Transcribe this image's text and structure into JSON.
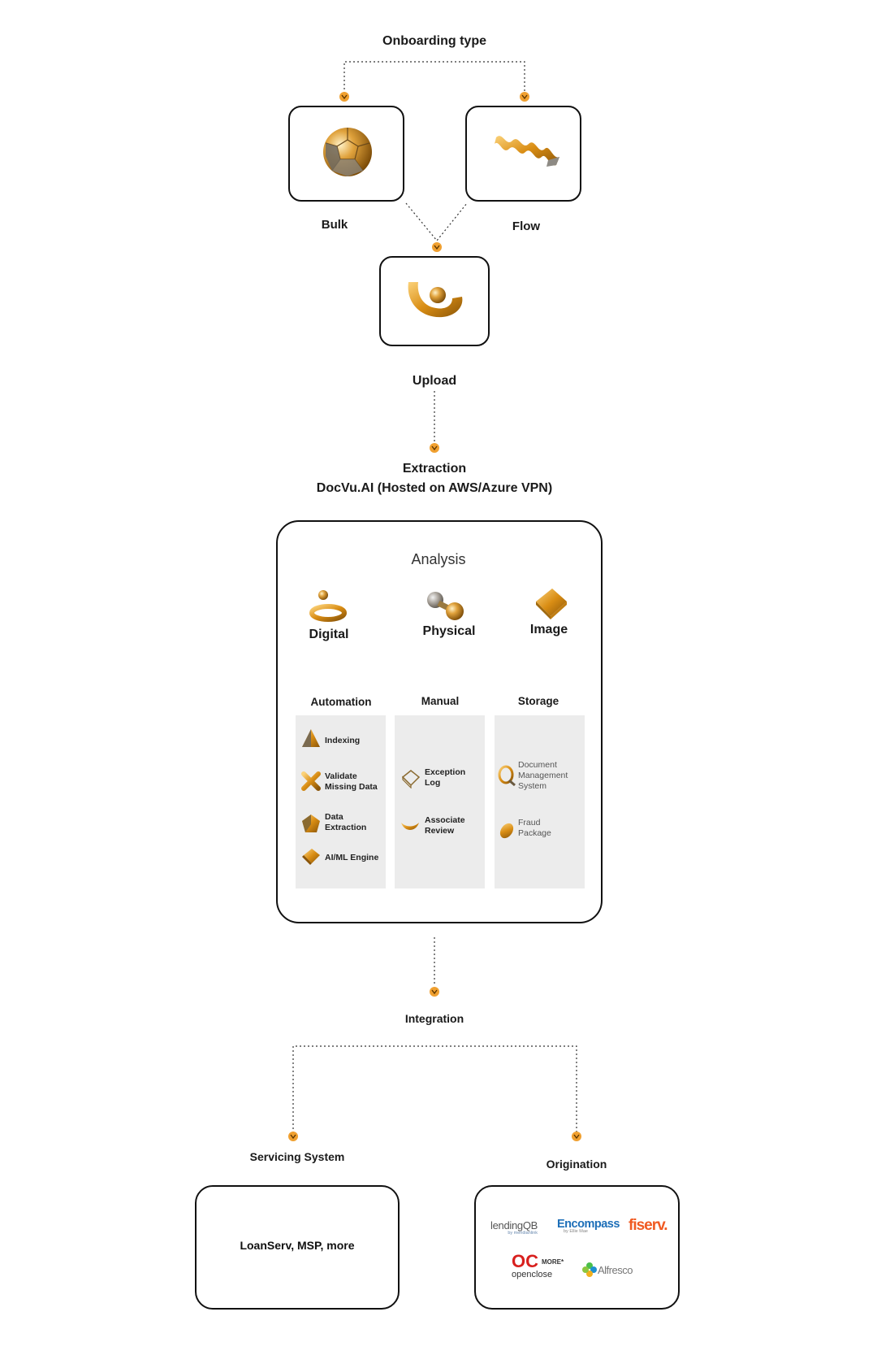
{
  "onboarding": {
    "title": "Onboarding type",
    "bulk": "Bulk",
    "flow": "Flow",
    "upload": "Upload"
  },
  "extraction": {
    "line1": "Extraction",
    "line2": "DocVu.AI (Hosted on AWS/Azure VPN)"
  },
  "analysis": {
    "title": "Analysis",
    "digital": "Digital",
    "physical": "Physical",
    "image": "Image",
    "columns": {
      "automation": "Automation",
      "manual": "Manual",
      "storage": "Storage"
    },
    "automation_items": [
      {
        "line1": "Indexing",
        "line2": ""
      },
      {
        "line1": "Validate",
        "line2": "Missing Data"
      },
      {
        "line1": "Data",
        "line2": "Extraction"
      },
      {
        "line1": "AI/ML Engine",
        "line2": ""
      }
    ],
    "manual_items": [
      {
        "line1": "Exception",
        "line2": "Log"
      },
      {
        "line1": "Associate",
        "line2": "Review"
      }
    ],
    "storage_items": [
      {
        "line1": "Document",
        "line2": "Management",
        "line3": "System"
      },
      {
        "line1": "Fraud",
        "line2": "Package",
        "line3": ""
      }
    ]
  },
  "integration": {
    "title": "Integration",
    "servicing": "Servicing System",
    "origination": "Origination",
    "servicing_box": "LoanServ, MSP, more"
  },
  "logos": {
    "lendingqb": "lendingQB",
    "lendingqb_sub": "by meridianlink",
    "encompass": "Encompass",
    "encompass_sub": "by Ellie Mae",
    "fiserv": "fiserv.",
    "more": "MORE*",
    "openclose": "openclose",
    "alfresco": "Alfresco"
  },
  "colors": {
    "accent": "#f0a030",
    "box_border": "#111111",
    "panel": "#ececec",
    "line": "#333333"
  }
}
